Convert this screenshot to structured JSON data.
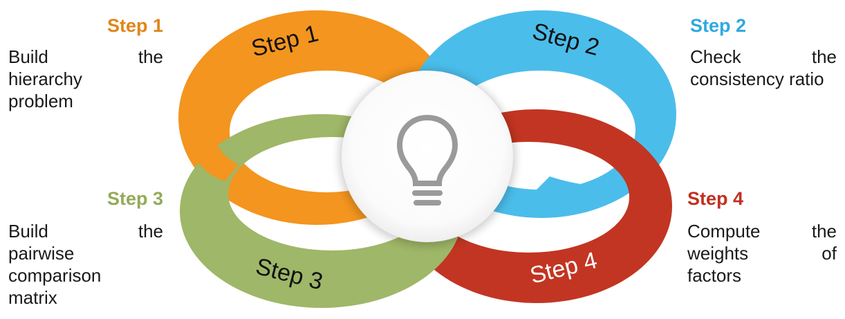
{
  "colors": {
    "step1": "#f3951f",
    "step2": "#4bbdea",
    "step3": "#9fb768",
    "step4": "#c23522",
    "bulb": "#9a9a9a"
  },
  "center_icon": "lightbulb-icon",
  "rings": [
    {
      "label": "Step 1"
    },
    {
      "label": "Step 2"
    },
    {
      "label": "Step 3"
    },
    {
      "label": "Step 4"
    }
  ],
  "steps": [
    {
      "title": "Step 1",
      "lines": [
        "Build the",
        "hierarchy",
        "problem"
      ]
    },
    {
      "title": "Step 2",
      "lines": [
        "Check the",
        "consistency ratio"
      ]
    },
    {
      "title": "Step 3",
      "lines": [
        "Build the",
        "pairwise",
        "comparison",
        "matrix"
      ]
    },
    {
      "title": "Step 4",
      "lines": [
        "Compute the",
        "weights of",
        "factors"
      ]
    }
  ]
}
